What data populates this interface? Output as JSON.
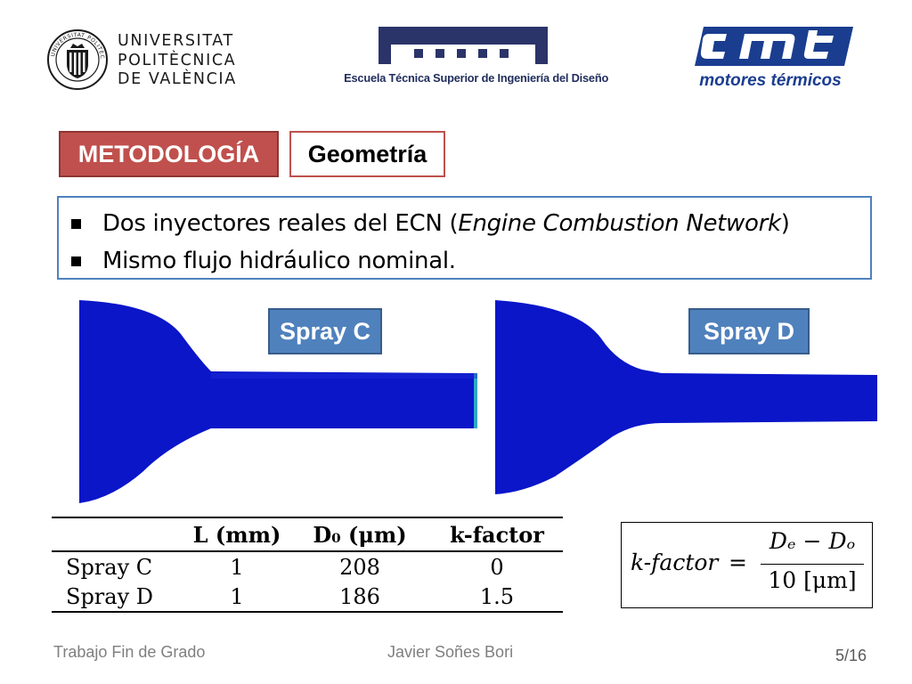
{
  "header": {
    "upv": {
      "lines": [
        "UNIVERSITAT",
        "POLITÈCNICA",
        "DE VALÈNCIA"
      ],
      "seal_text": "UNIVERSITAT POLITÈCNICA DE VALÈNCIA"
    },
    "etsid": {
      "name": "Escuela Técnica Superior de Ingeniería del Diseño"
    },
    "cmt": {
      "mark": "cmt",
      "subtitle": "motores térmicos"
    }
  },
  "tags": {
    "section": "METODOLOGÍA",
    "topic": "Geometría"
  },
  "bullets": {
    "b1_pre": "Dos inyectores reales del ECN (",
    "b1_italic": "Engine Combustion Network",
    "b1_post": ")",
    "b2": "Mismo flujo hidráulico nominal."
  },
  "sprays": {
    "c_label": "Spray C",
    "d_label": "Spray D"
  },
  "table": {
    "headers": [
      "",
      "L (mm)",
      "D₀ (μm)",
      "k-factor"
    ],
    "rows": [
      [
        "Spray C",
        "1",
        "208",
        "0"
      ],
      [
        "Spray D",
        "1",
        "186",
        "1.5"
      ]
    ]
  },
  "formula": {
    "lhs": "k-factor",
    "eq": "=",
    "numerator": "Dₑ − Dₒ",
    "denominator": "10 [μm]"
  },
  "footer": {
    "left": "Trabajo Fin de Grado",
    "center": "Javier Soñes Bori",
    "page": "5/16"
  },
  "colors": {
    "section_tag": "#c0504d",
    "spray_label": "#4f81bd",
    "bullet_border": "#4f81bd",
    "injector_fill": "#0a16c8",
    "etsid_navy": "#2b3469",
    "cmt_blue": "#1a3d8f"
  }
}
